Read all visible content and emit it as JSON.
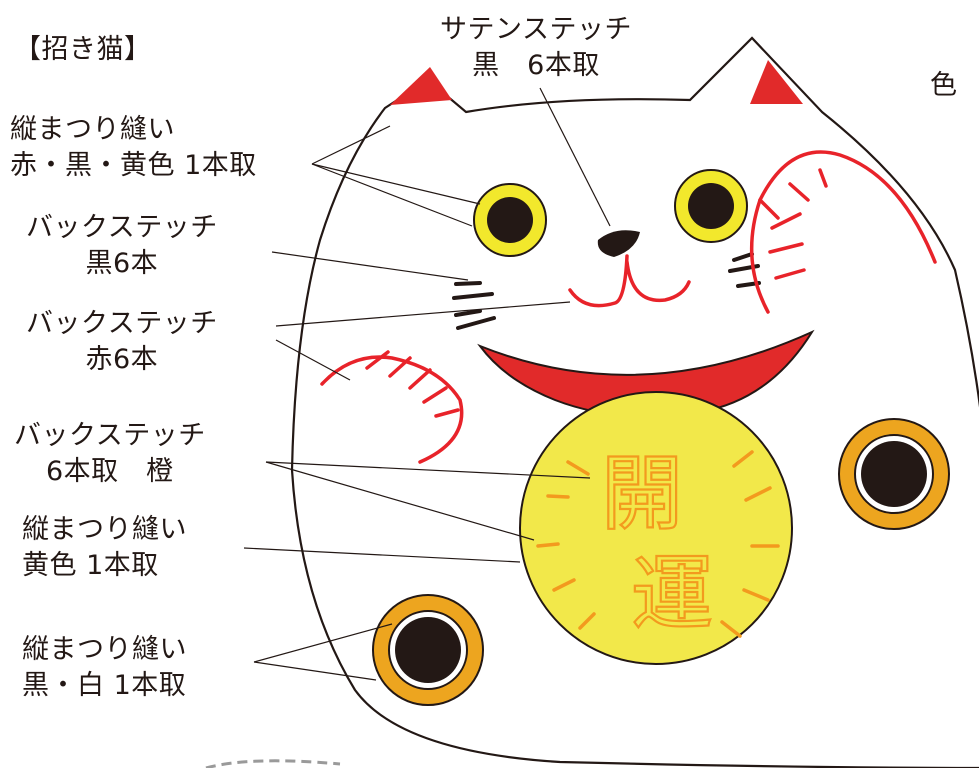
{
  "title": "【招き猫】",
  "partial_label": "色",
  "coin_text": {
    "char1": "開",
    "char2": "運"
  },
  "labels": {
    "satin": {
      "line1": "サテンステッチ",
      "line2": "黒　6本取"
    },
    "ears_eyes": {
      "line1": "縦まつり縫い",
      "line2": "赤・黒・黄色 1本取"
    },
    "whiskers": {
      "line1": "バックステッチ",
      "line2": "黒6本"
    },
    "mouth_paw": {
      "line1": "バックステッチ",
      "line2": "赤6本"
    },
    "coin_lines": {
      "line1": "バックステッチ",
      "line2": "6本取　橙"
    },
    "coin": {
      "line1": "縦まつり縫い",
      "line2": "黄色 1本取"
    },
    "spots": {
      "line1": "縦まつり縫い",
      "line2": "黒・白 1本取"
    }
  },
  "colors": {
    "outline": "#231815",
    "ear_red": "#e12a2a",
    "eye_yellow": "#f2e82c",
    "collar_red": "#e12a2a",
    "stitch_red": "#e8232a",
    "coin_yellow": "#f2e84a",
    "coin_orange": "#f39a1e",
    "spot_orange": "#eda51f",
    "black": "#231815"
  }
}
